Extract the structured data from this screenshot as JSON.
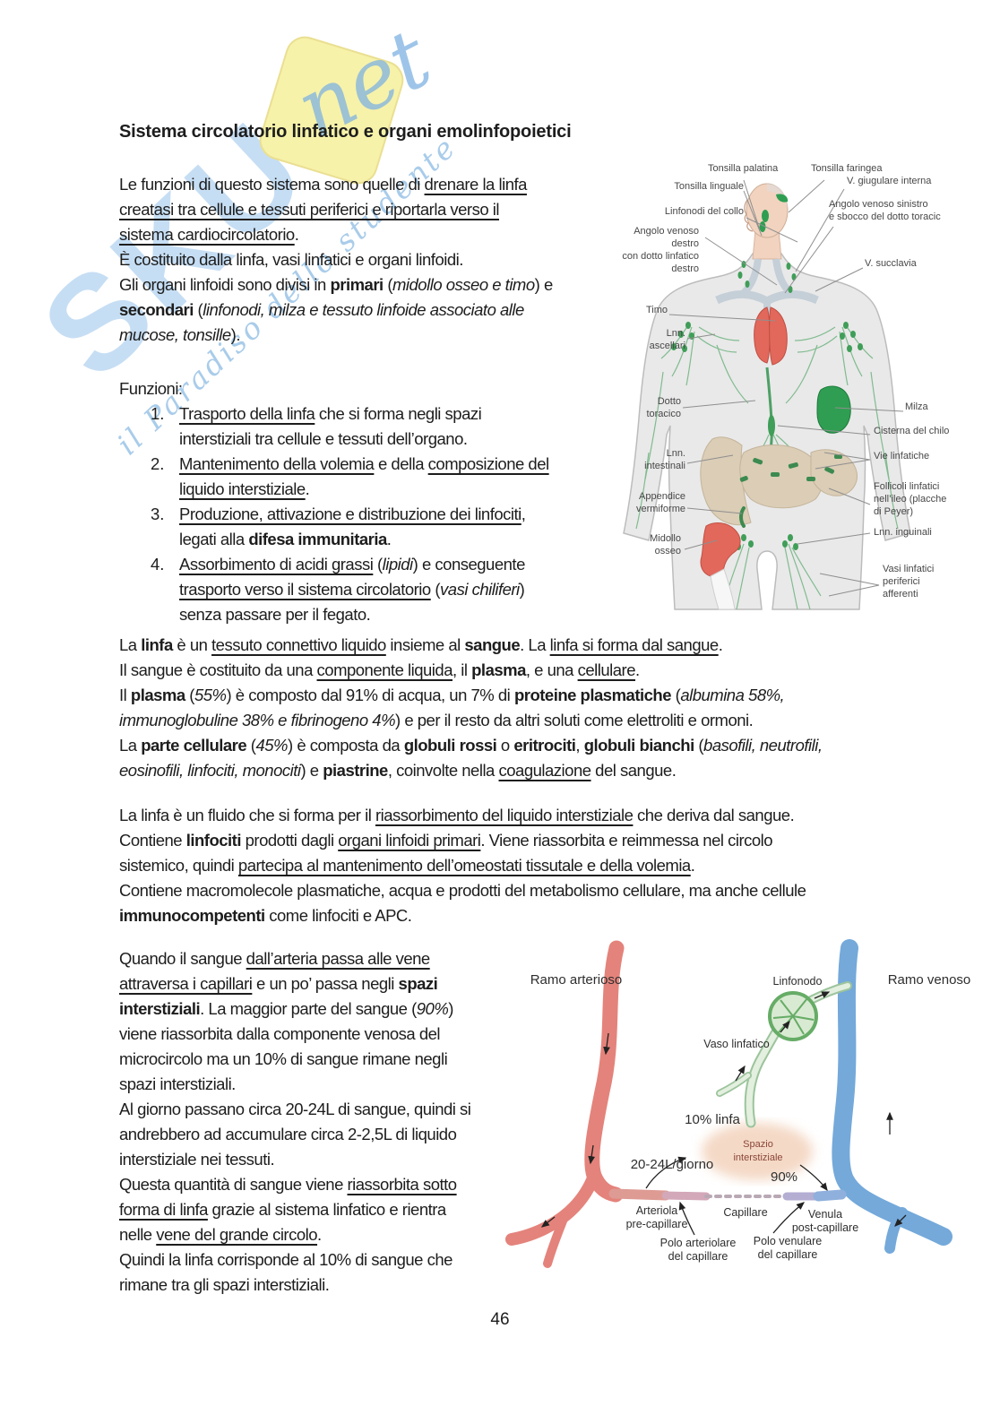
{
  "page": {
    "number": "46"
  },
  "watermark": {
    "brand_big": "SKUO",
    "brand_script": "net",
    "tagline": "il Paradiso dello studente",
    "color_blue": "#8dbee9",
    "color_yellow": "#f7f2a9"
  },
  "title": {
    "segments": [
      {
        "t": "Sistema circolatorio linfatico e organi emolinfopoietici",
        "b": true
      }
    ]
  },
  "intro": {
    "lines": [
      [
        {
          "t": "Le funzioni di questo sistema sono quelle di "
        },
        {
          "t": "drenare la linfa",
          "u": true
        }
      ],
      [
        {
          "t": "creatasi tra cellule e tessuti periferici e riportarla verso il",
          "u": true
        }
      ],
      [
        {
          "t": "sistema cardiocircolatorio",
          "u": true
        },
        {
          "t": "."
        }
      ],
      [
        {
          "t": "È costituito dalla linfa, vasi linfatici e organi linfoidi."
        }
      ],
      [
        {
          "t": "Gli organi linfoidi sono divisi in "
        },
        {
          "t": "primari",
          "b": true
        },
        {
          "t": " ("
        },
        {
          "t": "midollo osseo e timo",
          "i": true
        },
        {
          "t": ") e"
        }
      ],
      [
        {
          "t": "secondari",
          "b": true
        },
        {
          "t": " ("
        },
        {
          "t": "linfonodi, milza e tessuto linfoide associato alle",
          "i": true
        }
      ],
      [
        {
          "t": "mucose, tonsille",
          "i": true
        },
        {
          "t": ")."
        }
      ]
    ]
  },
  "funzioni": {
    "label": "Funzioni:",
    "items": [
      {
        "num": "1.",
        "lines": [
          [
            {
              "t": "Trasporto della linfa",
              "u": true
            },
            {
              "t": " che si forma negli spazi"
            }
          ],
          [
            {
              "t": "interstiziali tra cellule e tessuti dell’organo."
            }
          ]
        ]
      },
      {
        "num": "2.",
        "lines": [
          [
            {
              "t": "Mantenimento della volemia",
              "u": true
            },
            {
              "t": " e della "
            },
            {
              "t": "composizione del",
              "u": true
            }
          ],
          [
            {
              "t": "liquido interstiziale",
              "u": true
            },
            {
              "t": "."
            }
          ]
        ]
      },
      {
        "num": "3.",
        "lines": [
          [
            {
              "t": "Produzione, attivazione e distribuzione dei linfociti",
              "u": true
            },
            {
              "t": ","
            }
          ],
          [
            {
              "t": "legati alla "
            },
            {
              "t": "difesa immunitaria",
              "b": true
            },
            {
              "t": "."
            }
          ]
        ]
      },
      {
        "num": "4.",
        "lines": [
          [
            {
              "t": "Assorbimento di acidi grassi",
              "u": true
            },
            {
              "t": " ("
            },
            {
              "t": "lipidi",
              "i": true
            },
            {
              "t": ") e conseguente"
            }
          ],
          [
            {
              "t": "trasporto verso il sistema circolatorio",
              "u": true
            },
            {
              "t": " ("
            },
            {
              "t": "vasi chiliferi",
              "i": true
            },
            {
              "t": ")"
            }
          ],
          [
            {
              "t": "senza passare per il fegato."
            }
          ]
        ]
      }
    ]
  },
  "blood": {
    "lines": [
      [
        {
          "t": "La "
        },
        {
          "t": "linfa",
          "b": true
        },
        {
          "t": " è un "
        },
        {
          "t": "tessuto connettivo liquido",
          "u": true
        },
        {
          "t": " insieme al "
        },
        {
          "t": "sangue",
          "b": true
        },
        {
          "t": ". La "
        },
        {
          "t": "linfa si forma dal sangue",
          "u": true
        },
        {
          "t": "."
        }
      ],
      [
        {
          "t": "Il sangue è costituito da una "
        },
        {
          "t": "componente liquida",
          "u": true
        },
        {
          "t": ", il "
        },
        {
          "t": "plasma",
          "b": true
        },
        {
          "t": ", e una "
        },
        {
          "t": "cellulare",
          "u": true
        },
        {
          "t": "."
        }
      ],
      [
        {
          "t": "Il "
        },
        {
          "t": "plasma",
          "b": true
        },
        {
          "t": " ("
        },
        {
          "t": "55%",
          "i": true
        },
        {
          "t": ") è composto dal 91% di acqua, un 7% di "
        },
        {
          "t": "proteine plasmatiche",
          "b": true
        },
        {
          "t": " ("
        },
        {
          "t": "albumina 58%,",
          "i": true
        }
      ],
      [
        {
          "t": "immunoglobuline 38% e fibrinogeno 4%",
          "i": true
        },
        {
          "t": ") e per il resto da altri soluti come elettroliti e ormoni."
        }
      ],
      [
        {
          "t": "La "
        },
        {
          "t": "parte cellulare",
          "b": true
        },
        {
          "t": " ("
        },
        {
          "t": "45%",
          "i": true
        },
        {
          "t": ") è composta da "
        },
        {
          "t": "globuli rossi",
          "b": true
        },
        {
          "t": " o "
        },
        {
          "t": "eritrociti",
          "b": true
        },
        {
          "t": ", "
        },
        {
          "t": "globuli bianchi",
          "b": true
        },
        {
          "t": " ("
        },
        {
          "t": "basofili, neutrofili,",
          "i": true
        }
      ],
      [
        {
          "t": "eosinofili, linfociti, monociti",
          "i": true
        },
        {
          "t": ") e "
        },
        {
          "t": "piastrine",
          "b": true
        },
        {
          "t": ", coinvolte nella "
        },
        {
          "t": "coagulazione",
          "u": true
        },
        {
          "t": " del sangue."
        }
      ]
    ]
  },
  "lymph": {
    "lines": [
      [
        {
          "t": "La linfa è un fluido che si forma per il "
        },
        {
          "t": "riassorbimento del liquido interstiziale",
          "u": true
        },
        {
          "t": " che deriva dal sangue."
        }
      ],
      [
        {
          "t": "Contiene "
        },
        {
          "t": "linfociti",
          "b": true
        },
        {
          "t": " prodotti dagli "
        },
        {
          "t": "organi linfoidi primari",
          "u": true
        },
        {
          "t": ". Viene riassorbita e reimmessa nel circolo"
        }
      ],
      [
        {
          "t": "sistemico, quindi "
        },
        {
          "t": "partecipa al mantenimento dell’omeostati tissutale e della volemia",
          "u": true
        },
        {
          "t": "."
        }
      ],
      [
        {
          "t": "Contiene macromolecole plasmatiche, acqua e prodotti del metabolismo cellulare, ma anche cellule"
        }
      ],
      [
        {
          "t": "immunocompetenti",
          "b": true
        },
        {
          "t": " come linfociti e APC."
        }
      ]
    ]
  },
  "micro": {
    "lines": [
      [
        {
          "t": "Quando il sangue "
        },
        {
          "t": "dall’arteria passa alle vene",
          "u": true
        }
      ],
      [
        {
          "t": "attraversa i capillari",
          "u": true
        },
        {
          "t": " e un po’ passa negli "
        },
        {
          "t": "spazi",
          "b": true
        }
      ],
      [
        {
          "t": "interstiziali",
          "b": true
        },
        {
          "t": ". La maggior parte del sangue ("
        },
        {
          "t": "90%",
          "i": true
        },
        {
          "t": ")"
        }
      ],
      [
        {
          "t": "viene riassorbita dalla componente venosa del"
        }
      ],
      [
        {
          "t": "microcircolo ma un 10% di sangue rimane negli"
        }
      ],
      [
        {
          "t": "spazi interstiziali."
        }
      ],
      [
        {
          "t": "Al giorno passano circa 20-24L di sangue, quindi si"
        }
      ],
      [
        {
          "t": "andrebbero ad accumulare circa 2-2,5L di liquido"
        }
      ],
      [
        {
          "t": "interstiziale nei tessuti."
        }
      ],
      [
        {
          "t": "Questa quantità di sangue viene "
        },
        {
          "t": "riassorbita sotto",
          "u": true
        }
      ],
      [
        {
          "t": "forma di linfa",
          "u": true
        },
        {
          "t": " grazie al sistema linfatico e rientra"
        }
      ],
      [
        {
          "t": "nelle "
        },
        {
          "t": "vene del grande circolo",
          "u": true
        },
        {
          "t": "."
        }
      ],
      [
        {
          "t": "Quindi la linfa corrisponde al 10% di sangue che"
        }
      ],
      [
        {
          "t": "rimane tra gli spazi interstiziali."
        }
      ]
    ]
  },
  "figure1": {
    "labels": [
      {
        "text": "Tonsilla palatina"
      },
      {
        "text": "Tonsilla faringea"
      },
      {
        "text": "V. giugulare interna"
      },
      {
        "text": "Angolo venoso sinistro\ne sbocco del dotto toracic"
      },
      {
        "text": "Tonsilla linguale"
      },
      {
        "text": "Linfonodi del collo"
      },
      {
        "text": "Angolo venoso destro\ncon dotto linfatico\ndestro"
      },
      {
        "text": "V. succlavia"
      },
      {
        "text": "Timo"
      },
      {
        "text": "Lnn.\nascellari"
      },
      {
        "text": "Dotto\ntoracico"
      },
      {
        "text": "Milza"
      },
      {
        "text": "Cisterna del chilo"
      },
      {
        "text": "Lnn.\nintestinali"
      },
      {
        "text": "Vie linfatiche"
      },
      {
        "text": "Follicoli linfatici\nnell’ileo (placche\ndi Peyer)"
      },
      {
        "text": "Appendice\nvermiforme"
      },
      {
        "text": "Lnn. inguinali"
      },
      {
        "text": "Midollo\nosseo"
      },
      {
        "text": "Vasi linfatici\nperiferici\nafferenti"
      }
    ]
  },
  "figure2": {
    "labels": [
      {
        "text": "Ramo arterioso"
      },
      {
        "text": "Linfonodo"
      },
      {
        "text": "Ramo venoso"
      },
      {
        "text": "Vaso linfatico"
      },
      {
        "text": "10% linfa"
      },
      {
        "text": "Spazio\ninterstiziale"
      },
      {
        "text": "20-24L/giorno"
      },
      {
        "text": "90%"
      },
      {
        "text": "Arteriola\npre-capillare"
      },
      {
        "text": "Capillare"
      },
      {
        "text": "Venula\npost-capillare"
      },
      {
        "text": "Polo arteriolare\ndel capillare"
      },
      {
        "text": "Polo venulare\ndel capillare"
      }
    ]
  },
  "colors": {
    "artery_red": "#e4837b",
    "vein_blue": "#74a9da",
    "lymph_green": "#7cb98c",
    "node_green": "#3f9e58",
    "spleen_green": "#2f9e52",
    "organ_red": "#e2685b",
    "interstitial_pink": "#f4d9c6",
    "body_gray": "#e9e9e9",
    "skin": "#f1d3bf"
  }
}
